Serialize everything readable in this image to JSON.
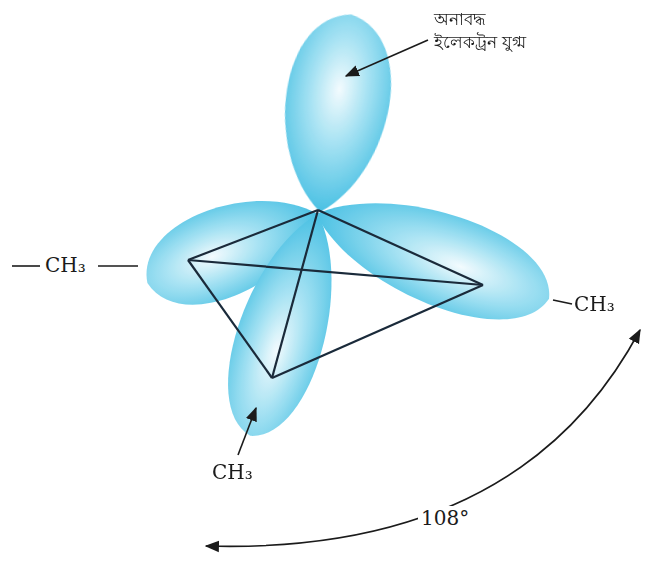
{
  "diagram": {
    "labels": [
      "অনাবদ্ধ ইলেকট্রন যুগ্ম",
      "CH₃",
      "CH₃",
      "CH₃",
      "108°"
    ]
  }
}
